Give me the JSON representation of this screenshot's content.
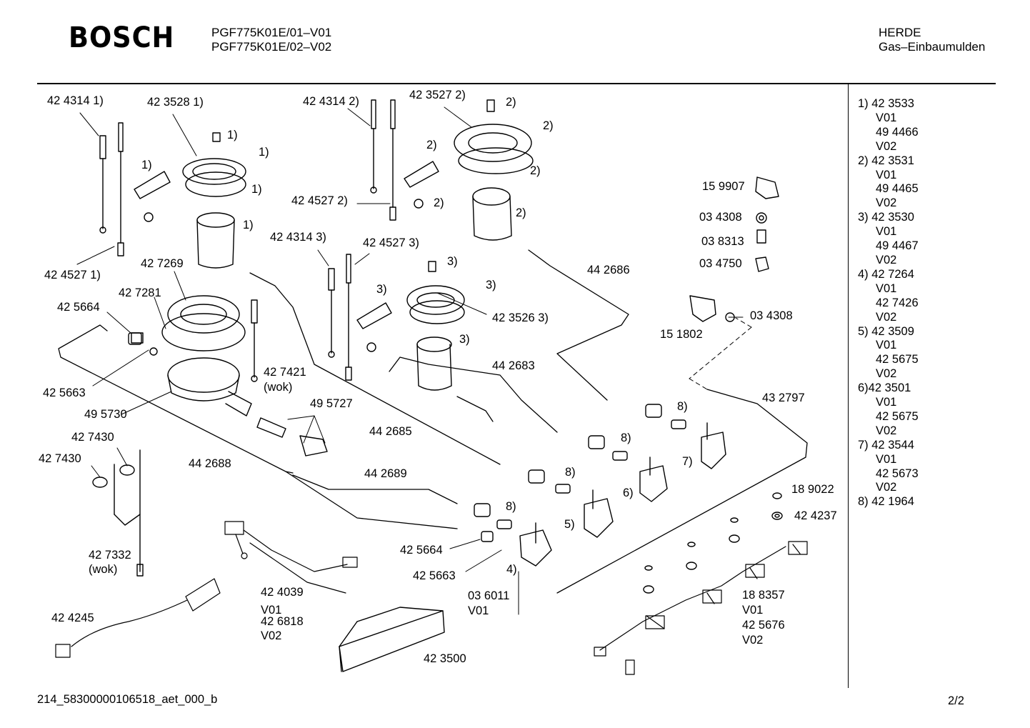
{
  "header": {
    "brand": "BOSCH",
    "model_lines": [
      "PGF775K01E/01–V01",
      "PGF775K01E/02–V02"
    ],
    "category": "HERDE",
    "subcategory": "Gas–Einbaumulden"
  },
  "footer": {
    "doc_id": "214_58300000106518_aet_000_b",
    "page": "2/2"
  },
  "legend": [
    {
      "row": "1)  42 3533"
    },
    {
      "row": "V01"
    },
    {
      "row": "49 4466"
    },
    {
      "row": "V02"
    },
    {
      "row": "2)  42 3531"
    },
    {
      "row": "V01"
    },
    {
      "row": "49 4465"
    },
    {
      "row": "V02"
    },
    {
      "row": "3)  42 3530"
    },
    {
      "row": "V01"
    },
    {
      "row": "49 4467"
    },
    {
      "row": "V02"
    },
    {
      "row": "4)  42 7264"
    },
    {
      "row": "V01"
    },
    {
      "row": "42 7426"
    },
    {
      "row": "V02"
    },
    {
      "row": "5)  42 3509"
    },
    {
      "row": "V01"
    },
    {
      "row": "42 5675"
    },
    {
      "row": "V02"
    },
    {
      "row": "6)42 3501"
    },
    {
      "row": "V01"
    },
    {
      "row": "42 5675"
    },
    {
      "row": "V02"
    },
    {
      "row": "7)  42 3544"
    },
    {
      "row": "V01"
    },
    {
      "row": "42 5673"
    },
    {
      "row": "V02"
    },
    {
      "row": "8)  42 1964"
    }
  ],
  "labels": {
    "p424314_1": "42 4314 1)",
    "p423528_1": "42 3528 1)",
    "p424314_2": "42 4314 2)",
    "p423527_2": "42 3527 2)",
    "p424527_2": "42 4527 2)",
    "p424527_1": "42 4527 1)",
    "p424314_3": "42 4314 3)",
    "p424527_3": "42 4527 3)",
    "p427269": "42 7269",
    "p427281": "42 7281",
    "p425664a": "42 5664",
    "p425663a": "42 5663",
    "p495730": "49 5730",
    "p427421": "42 7421",
    "wok1": "(wok)",
    "p495727": "49 5727",
    "p442685": "44 2685",
    "p442688": "44 2688",
    "p442689": "44 2689",
    "p442686": "44 2686",
    "p442683": "44 2683",
    "p423526_3": "42 3526 3)",
    "p159907": "15 9907",
    "p034308a": "03 4308",
    "p038313": "03 8313",
    "p034750": "03 4750",
    "p151802": "15 1802",
    "p034308b": "03 4308",
    "p432797": "43 2797",
    "p189022": "18 9022",
    "p424237": "42 4237",
    "p427430a": "42 7430",
    "p427430b": "42 7430",
    "p427332": "42 7332",
    "wok2": "(wok)",
    "p424039": "42 4039",
    "v01a": "V01",
    "p426818": "42 6818",
    "v02a": "V02",
    "p424245": "42 4245",
    "p425664b": "42 5664",
    "p425663b": "42 5663",
    "p036011": "03 6011",
    "v01b": "V01",
    "p423500": "42 3500",
    "p188357": "18 8357",
    "v01c": "V01",
    "p425676": "42 5676",
    "v02c": "V02",
    "n1a": "1)",
    "n1b": "1)",
    "n1c": "1)",
    "n1d": "1)",
    "n1e": "1)",
    "n2a": "2)",
    "n2b": "2)",
    "n2c": "2)",
    "n2d": "2)",
    "n2e": "2)",
    "n2f": "2)",
    "n3a": "3)",
    "n3b": "3)",
    "n3c": "3)",
    "n3d": "3)",
    "n8a": "8)",
    "n8b": "8)",
    "n8c": "8)",
    "n8d": "8)",
    "n7": "7)",
    "n6": "6)",
    "n5": "5)",
    "n4": "4)"
  }
}
